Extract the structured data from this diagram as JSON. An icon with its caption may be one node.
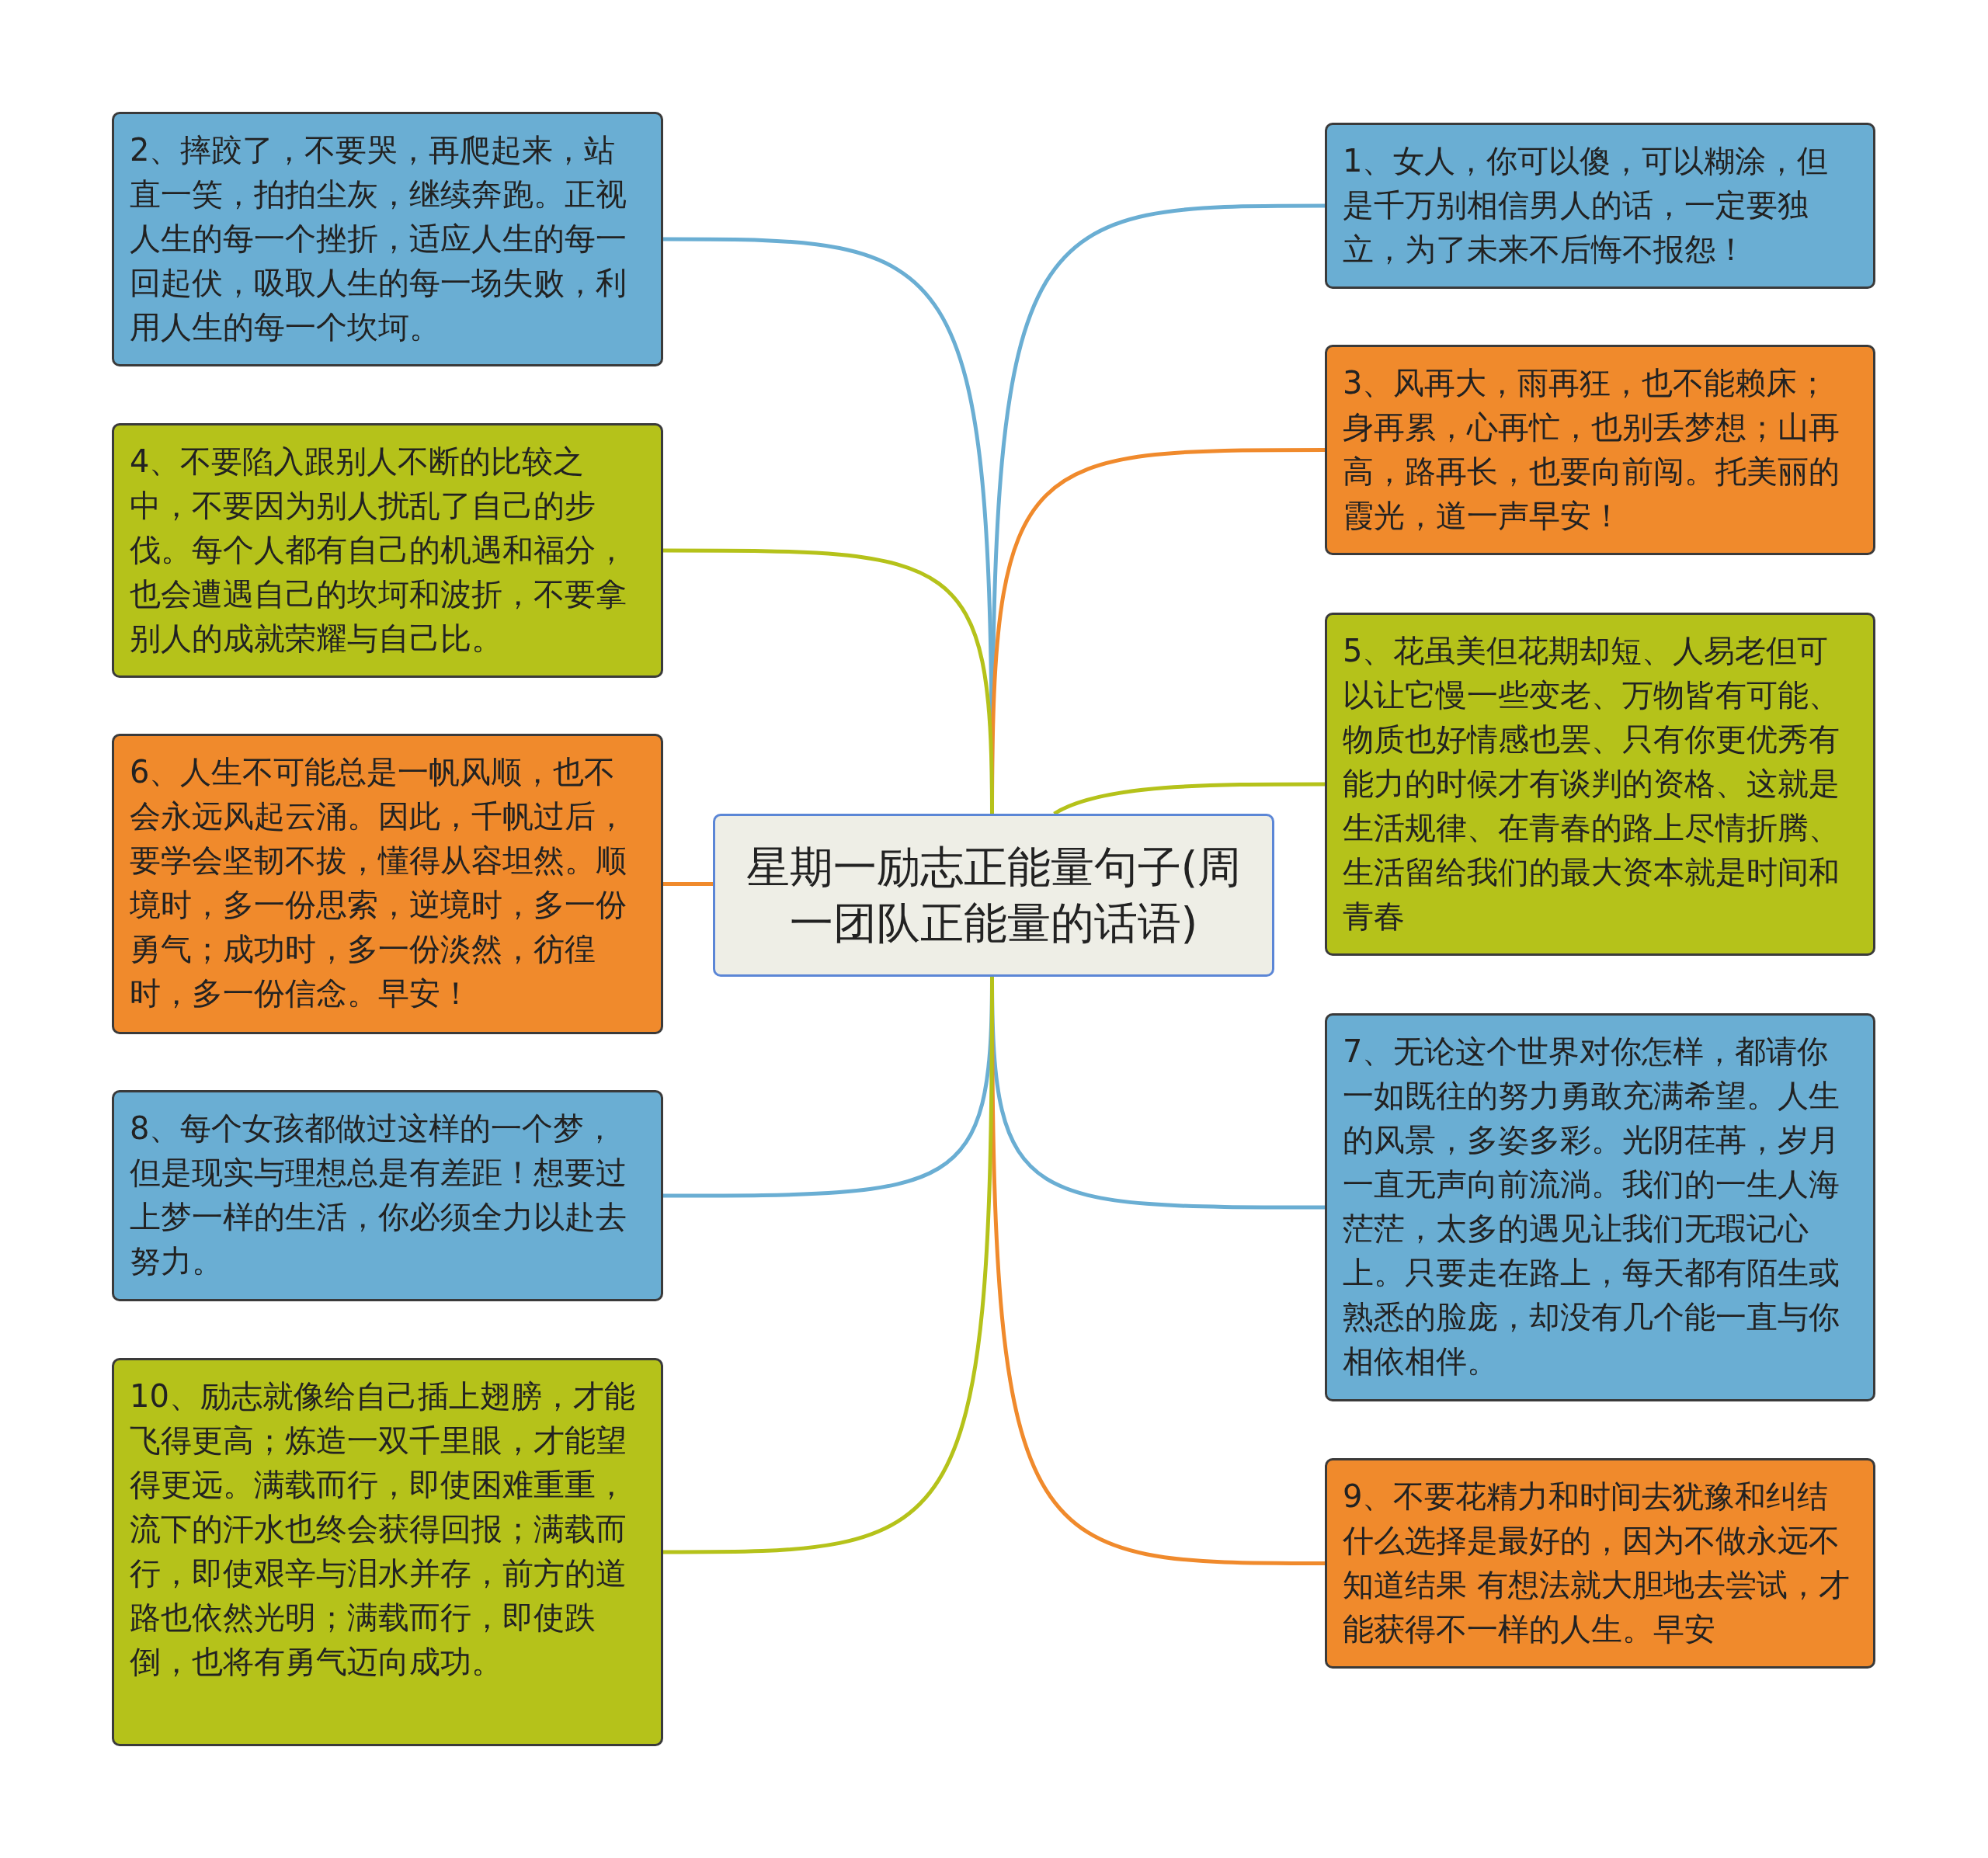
{
  "diagram": {
    "nodes": [
      {
        "text": [
          "星期一励志正能量句子(周一团队正能量的话语)"
        ]
      },
      {
        "text": [
          "1、女人，你可以傻，可以糊涂，但是千万别相信男人的话，一定要独立，为了未来不后悔不报怨！"
        ]
      },
      {
        "text": [
          "2、摔跤了，不要哭，再爬起来，站直一笑，拍拍尘灰，继续奔跑。正视人生的每一个挫折，适应人生的每一回起伏，吸取人生的每一场失败，利用人生的每一个坎坷。"
        ]
      },
      {
        "text": [
          "3、风再大，雨再狂，也不能赖床；身再累，心再忙，也别丢梦想；山再高，路再长，也要向前闯。托美丽的霞光，道一声早安！"
        ]
      },
      {
        "text": [
          "4、不要陷入跟别人不断的比较之中，不要因为别人扰乱了自己的步伐。每个人都有自己的机遇和福分，也会遭遇自己的坎坷和波折，不要拿别人的成就荣耀与自己比。"
        ]
      },
      {
        "text": [
          "5、花虽美但花期却短、人易老但可以让它慢一些变老、万物皆有可能、物质也好情感也罢、只有你更优秀有能力的时候才有谈判的资格、这就是生活规律、在青春的路上尽情折腾、生活留给我们的最大资本就是时间和青春"
        ]
      },
      {
        "text": [
          "6、人生不可能总是一帆风顺，也不会永远风起云涌。因此，千帆过后，要学会坚韧不拔，懂得从容坦然。顺境时，多一份思索，逆境时，多一份勇气；成功时，多一份淡然，彷徨时，多一份信念。早安！"
        ]
      },
      {
        "text": [
          "7、无论这个世界对你怎样，都请你一如既往的努力勇敢充满希望。人生的风景，多姿多彩。光阴荏苒，岁月一直无声向前流淌。我们的一生人海茫茫，太多的遇见让我们无瑕记心上。只要走在路上，每天都有陌生或熟悉的脸庞，却没有几个能一直与你相依相伴。"
        ]
      },
      {
        "text": [
          "8、每个女孩都做过这样的一个梦，但是现实与理想总是有差距！想要过上梦一样的生活，你必须全力以赴去努力。"
        ]
      },
      {
        "text": [
          "9、不要花精力和时间去犹豫和纠结什么选择是最好的，因为不做永远不知道结果 有想法就大胆地去尝试，才能获得不一样的人生。早安"
        ]
      },
      {
        "text": [
          "10、励志就像给自己插上翅膀，才能飞得更高；炼造一双千里眼，才能望得更远。满载而行，即使困难重重，流下的汗水也终会获得回报；满载而行，即使艰辛与泪水并存，前方的道路也依然光明；满载而行，即使跌倒，也将有勇气迈向成功。"
        ]
      }
    ],
    "edges": [
      {
        "from": 0,
        "to": 1,
        "arrow": "none",
        "color": "#6aaed3"
      },
      {
        "from": 0,
        "to": 2,
        "arrow": "none",
        "color": "#6aaed3"
      },
      {
        "from": 0,
        "to": 3,
        "arrow": "none",
        "color": "#f08a2c"
      },
      {
        "from": 0,
        "to": 4,
        "arrow": "none",
        "color": "#b5c21a"
      },
      {
        "from": 0,
        "to": 5,
        "arrow": "none",
        "color": "#b5c21a"
      },
      {
        "from": 0,
        "to": 6,
        "arrow": "none",
        "color": "#f08a2c"
      },
      {
        "from": 0,
        "to": 7,
        "arrow": "none",
        "color": "#6aaed3"
      },
      {
        "from": 0,
        "to": 8,
        "arrow": "none",
        "color": "#6aaed3"
      },
      {
        "from": 0,
        "to": 9,
        "arrow": "none",
        "color": "#f08a2c"
      },
      {
        "from": 0,
        "to": 10,
        "arrow": "none",
        "color": "#b5c21a"
      }
    ]
  }
}
